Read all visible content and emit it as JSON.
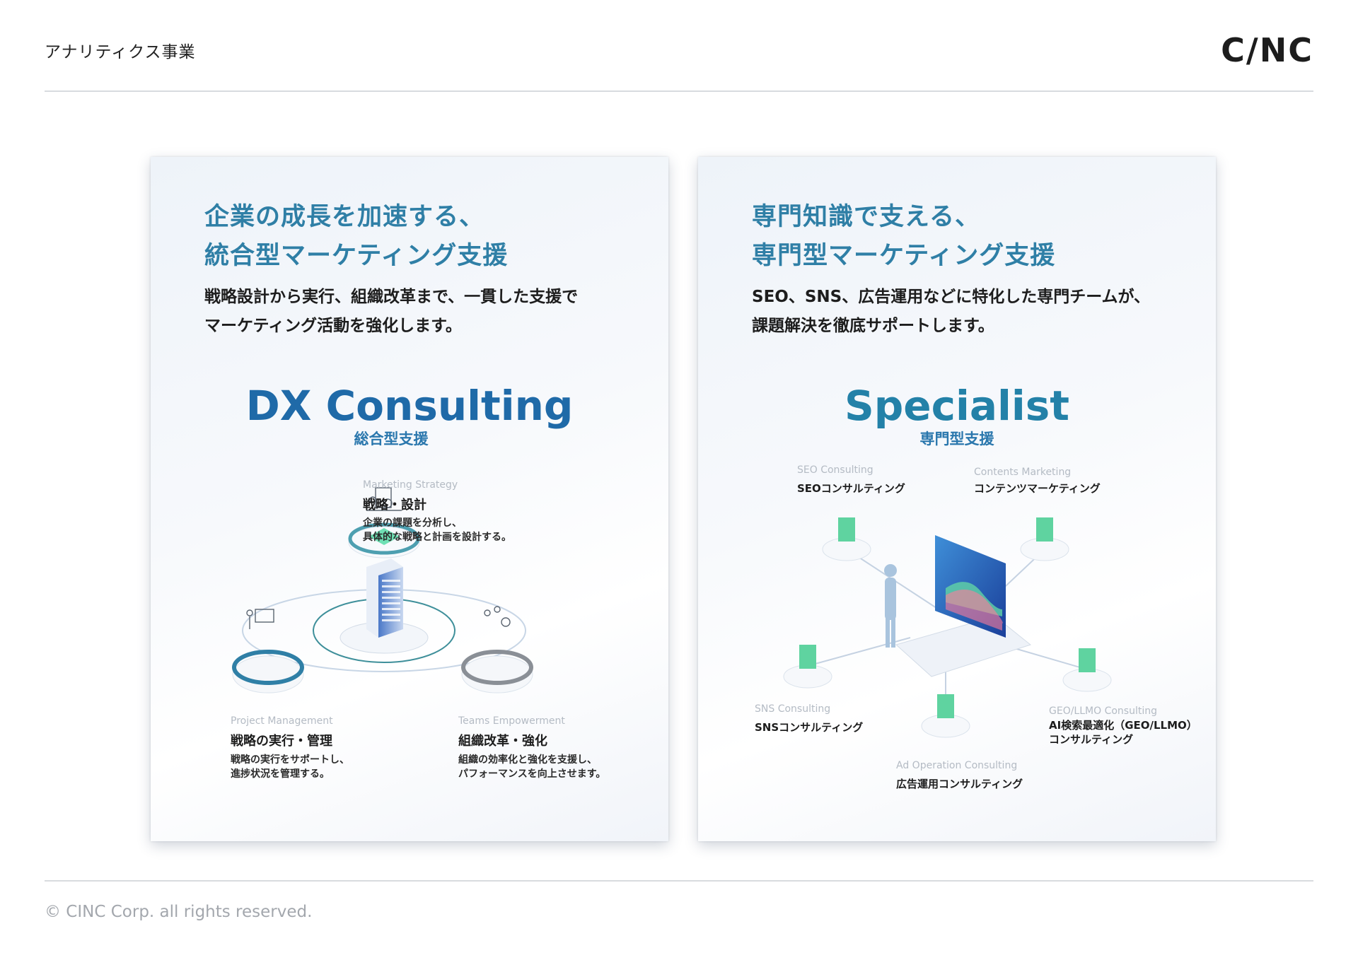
{
  "header": {
    "title": "アナリティクス事業",
    "logo": "C/NC"
  },
  "footer": {
    "copyright": "© CINC Corp. all rights reserved."
  },
  "left_card": {
    "heading_line1": "企業の成長を加速する、",
    "heading_line2": "統合型マーケティング支援",
    "desc_line1": "戦略設計から実行、組織改革まで、一貫した支援で",
    "desc_line2": "マーケティング活動を強化します。",
    "big_title": "DX Consulting",
    "big_subtitle": "総合型支援",
    "items": [
      {
        "en": "Marketing Strategy",
        "jp": "戦略・設計",
        "desc1": "企業の課題を分析し、",
        "desc2": "具体的な戦略と計画を設計する。"
      },
      {
        "en": "Project Management",
        "jp": "戦略の実行・管理",
        "desc1": "戦略の実行をサポートし、",
        "desc2": "進捗状況を管理する。"
      },
      {
        "en": "Teams Empowerment",
        "jp": "組織改革・強化",
        "desc1": "組織の効率化と強化を支援し、",
        "desc2": "パフォーマンスを向上させます。"
      }
    ]
  },
  "right_card": {
    "heading_line1": "専門知識で支える、",
    "heading_line2": "専門型マーケティング支援",
    "desc_line1": "SEO、SNS、広告運用などに特化した専門チームが、",
    "desc_line2": "課題解決を徹底サポートします。",
    "big_title": "Specialist",
    "big_subtitle": "専門型支援",
    "items": [
      {
        "en": "SEO Consulting",
        "jp": "SEOコンサルティング"
      },
      {
        "en": "Contents Marketing",
        "jp": "コンテンツマーケティング"
      },
      {
        "en": "SNS Consulting",
        "jp": "SNSコンサルティング"
      },
      {
        "en": "GEO/LLMO Consulting",
        "jp": "AI検索最適化（GEO/LLMO）",
        "jp2": "コンサルティング"
      },
      {
        "en": "Ad Operation Consulting",
        "jp": "広告運用コンサルティング"
      }
    ]
  },
  "colors": {
    "accent_blue": "#1f6aa8",
    "accent_teal": "#2381a8",
    "green": "#5fd3a0"
  },
  "icons": [
    "strategy-person-icon",
    "presenter-icon",
    "team-gear-icon",
    "building-icon",
    "laptop-chart-icon",
    "server-cube-icon",
    "person-figure-icon"
  ]
}
